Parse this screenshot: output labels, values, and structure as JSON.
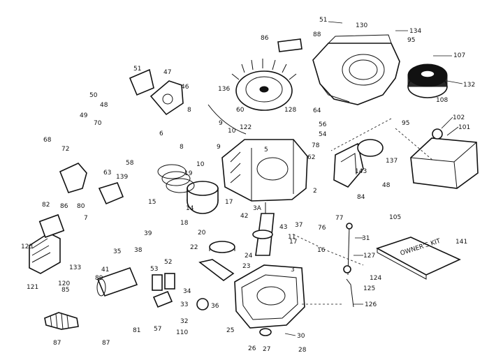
{
  "labels": [
    {
      "id": "l51a",
      "text": "51"
    },
    {
      "id": "l47",
      "text": "47"
    },
    {
      "id": "l50",
      "text": "50"
    },
    {
      "id": "l48",
      "text": "48"
    },
    {
      "id": "l46",
      "text": "46"
    },
    {
      "id": "l49",
      "text": "49"
    },
    {
      "id": "l70",
      "text": "70"
    },
    {
      "id": "l68",
      "text": "68"
    },
    {
      "id": "l72",
      "text": "72"
    },
    {
      "id": "l136",
      "text": "136"
    },
    {
      "id": "l8a",
      "text": "8"
    },
    {
      "id": "l9a",
      "text": "9"
    },
    {
      "id": "l10a",
      "text": "10"
    },
    {
      "id": "l6",
      "text": "6"
    },
    {
      "id": "l8b",
      "text": "8"
    },
    {
      "id": "l9b",
      "text": "9"
    },
    {
      "id": "l10b",
      "text": "10"
    },
    {
      "id": "l60",
      "text": "60"
    },
    {
      "id": "l128",
      "text": "128"
    },
    {
      "id": "l64",
      "text": "64"
    },
    {
      "id": "l122",
      "text": "122"
    },
    {
      "id": "l56",
      "text": "56"
    },
    {
      "id": "l54",
      "text": "54"
    },
    {
      "id": "l78",
      "text": "78"
    },
    {
      "id": "l62",
      "text": "62"
    },
    {
      "id": "l5",
      "text": "5"
    },
    {
      "id": "l51b",
      "text": "51"
    },
    {
      "id": "l130",
      "text": "130"
    },
    {
      "id": "l134",
      "text": "134"
    },
    {
      "id": "l86",
      "text": "86"
    },
    {
      "id": "l88",
      "text": "88"
    },
    {
      "id": "l95a",
      "text": "95"
    },
    {
      "id": "l107",
      "text": "107"
    },
    {
      "id": "l132",
      "text": "132"
    },
    {
      "id": "l108",
      "text": "108"
    },
    {
      "id": "l95b",
      "text": "95"
    },
    {
      "id": "l102",
      "text": "102"
    },
    {
      "id": "l101",
      "text": "101"
    },
    {
      "id": "l137",
      "text": "137"
    },
    {
      "id": "l143",
      "text": "143"
    },
    {
      "id": "l48b",
      "text": "48"
    },
    {
      "id": "l84",
      "text": "84"
    },
    {
      "id": "l105",
      "text": "105"
    },
    {
      "id": "l58",
      "text": "58"
    },
    {
      "id": "l63",
      "text": "63"
    },
    {
      "id": "l139",
      "text": "139"
    },
    {
      "id": "l82",
      "text": "82"
    },
    {
      "id": "l80",
      "text": "80"
    },
    {
      "id": "l86b",
      "text": "86"
    },
    {
      "id": "l7",
      "text": "7"
    },
    {
      "id": "l19",
      "text": "19"
    },
    {
      "id": "l15",
      "text": "15"
    },
    {
      "id": "l14",
      "text": "14"
    },
    {
      "id": "l17a",
      "text": "17"
    },
    {
      "id": "l3A",
      "text": "3A"
    },
    {
      "id": "l42",
      "text": "42"
    },
    {
      "id": "l2",
      "text": "2"
    },
    {
      "id": "l77",
      "text": "77"
    },
    {
      "id": "l76",
      "text": "76"
    },
    {
      "id": "l37",
      "text": "37"
    },
    {
      "id": "l43",
      "text": "43"
    },
    {
      "id": "l18",
      "text": "18"
    },
    {
      "id": "l20",
      "text": "20"
    },
    {
      "id": "l39",
      "text": "39"
    },
    {
      "id": "l38",
      "text": "38"
    },
    {
      "id": "l22",
      "text": "22"
    },
    {
      "id": "l11",
      "text": "11"
    },
    {
      "id": "l17b",
      "text": "17"
    },
    {
      "id": "l16",
      "text": "16"
    },
    {
      "id": "l31",
      "text": "31"
    },
    {
      "id": "l127",
      "text": "127"
    },
    {
      "id": "l141",
      "text": "141"
    },
    {
      "id": "l123",
      "text": "123"
    },
    {
      "id": "l133",
      "text": "133"
    },
    {
      "id": "l35",
      "text": "35"
    },
    {
      "id": "l41",
      "text": "41"
    },
    {
      "id": "l24",
      "text": "24"
    },
    {
      "id": "l23",
      "text": "23"
    },
    {
      "id": "l3",
      "text": "3"
    },
    {
      "id": "l121",
      "text": "121"
    },
    {
      "id": "l120",
      "text": "120"
    },
    {
      "id": "l85",
      "text": "85"
    },
    {
      "id": "l53",
      "text": "53"
    },
    {
      "id": "l52",
      "text": "52"
    },
    {
      "id": "l89",
      "text": "89"
    },
    {
      "id": "l34",
      "text": "34"
    },
    {
      "id": "l33",
      "text": "33"
    },
    {
      "id": "l36",
      "text": "36"
    },
    {
      "id": "l124",
      "text": "124"
    },
    {
      "id": "l125",
      "text": "125"
    },
    {
      "id": "l126",
      "text": "126"
    },
    {
      "id": "l87a",
      "text": "87"
    },
    {
      "id": "l81",
      "text": "81"
    },
    {
      "id": "l57",
      "text": "57"
    },
    {
      "id": "l32",
      "text": "32"
    },
    {
      "id": "l110",
      "text": "110"
    },
    {
      "id": "l25",
      "text": "25"
    },
    {
      "id": "l26",
      "text": "26"
    },
    {
      "id": "l27",
      "text": "27"
    },
    {
      "id": "l30",
      "text": "30"
    },
    {
      "id": "l28",
      "text": "28"
    },
    {
      "id": "l87b",
      "text": "87"
    }
  ],
  "manual_cover_text": "OWNER'S KIT"
}
